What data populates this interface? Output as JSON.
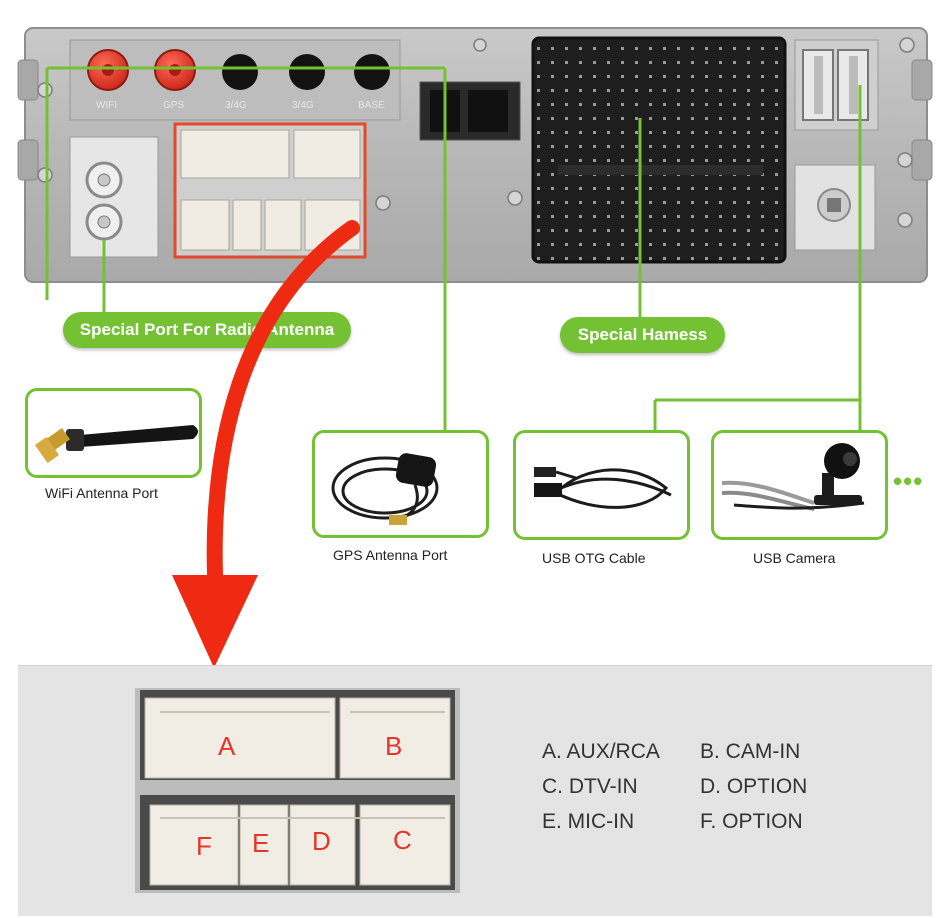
{
  "antenna_ports": [
    "WIFI",
    "GPS",
    "3/4G",
    "3/4G",
    "BASE"
  ],
  "callouts": {
    "radio_antenna": "Special Port For Radio Antenna",
    "harness": "Special Hamess"
  },
  "accessories": [
    {
      "caption": "WiFi Antenna Port",
      "icon": "wifi-antenna-icon"
    },
    {
      "caption": "GPS Antenna Port",
      "icon": "gps-antenna-icon"
    },
    {
      "caption": "USB OTG Cable",
      "icon": "usb-cable-icon"
    },
    {
      "caption": "USB Camera",
      "icon": "usb-camera-icon"
    }
  ],
  "more_indicator": "•••",
  "connector_letters": [
    "A",
    "B",
    "F",
    "E",
    "D",
    "C"
  ],
  "legend": [
    [
      "A. AUX/RCA",
      "B. CAM-IN"
    ],
    [
      "C. DTV-IN",
      "D. OPTION"
    ],
    [
      "E. MIC-IN",
      "F. OPTION"
    ]
  ],
  "colors": {
    "green": "#74c234",
    "arrow_red": "#ee2a12",
    "connector_letter_red": "#e8332a",
    "antenna_red": "#d93a2e"
  }
}
